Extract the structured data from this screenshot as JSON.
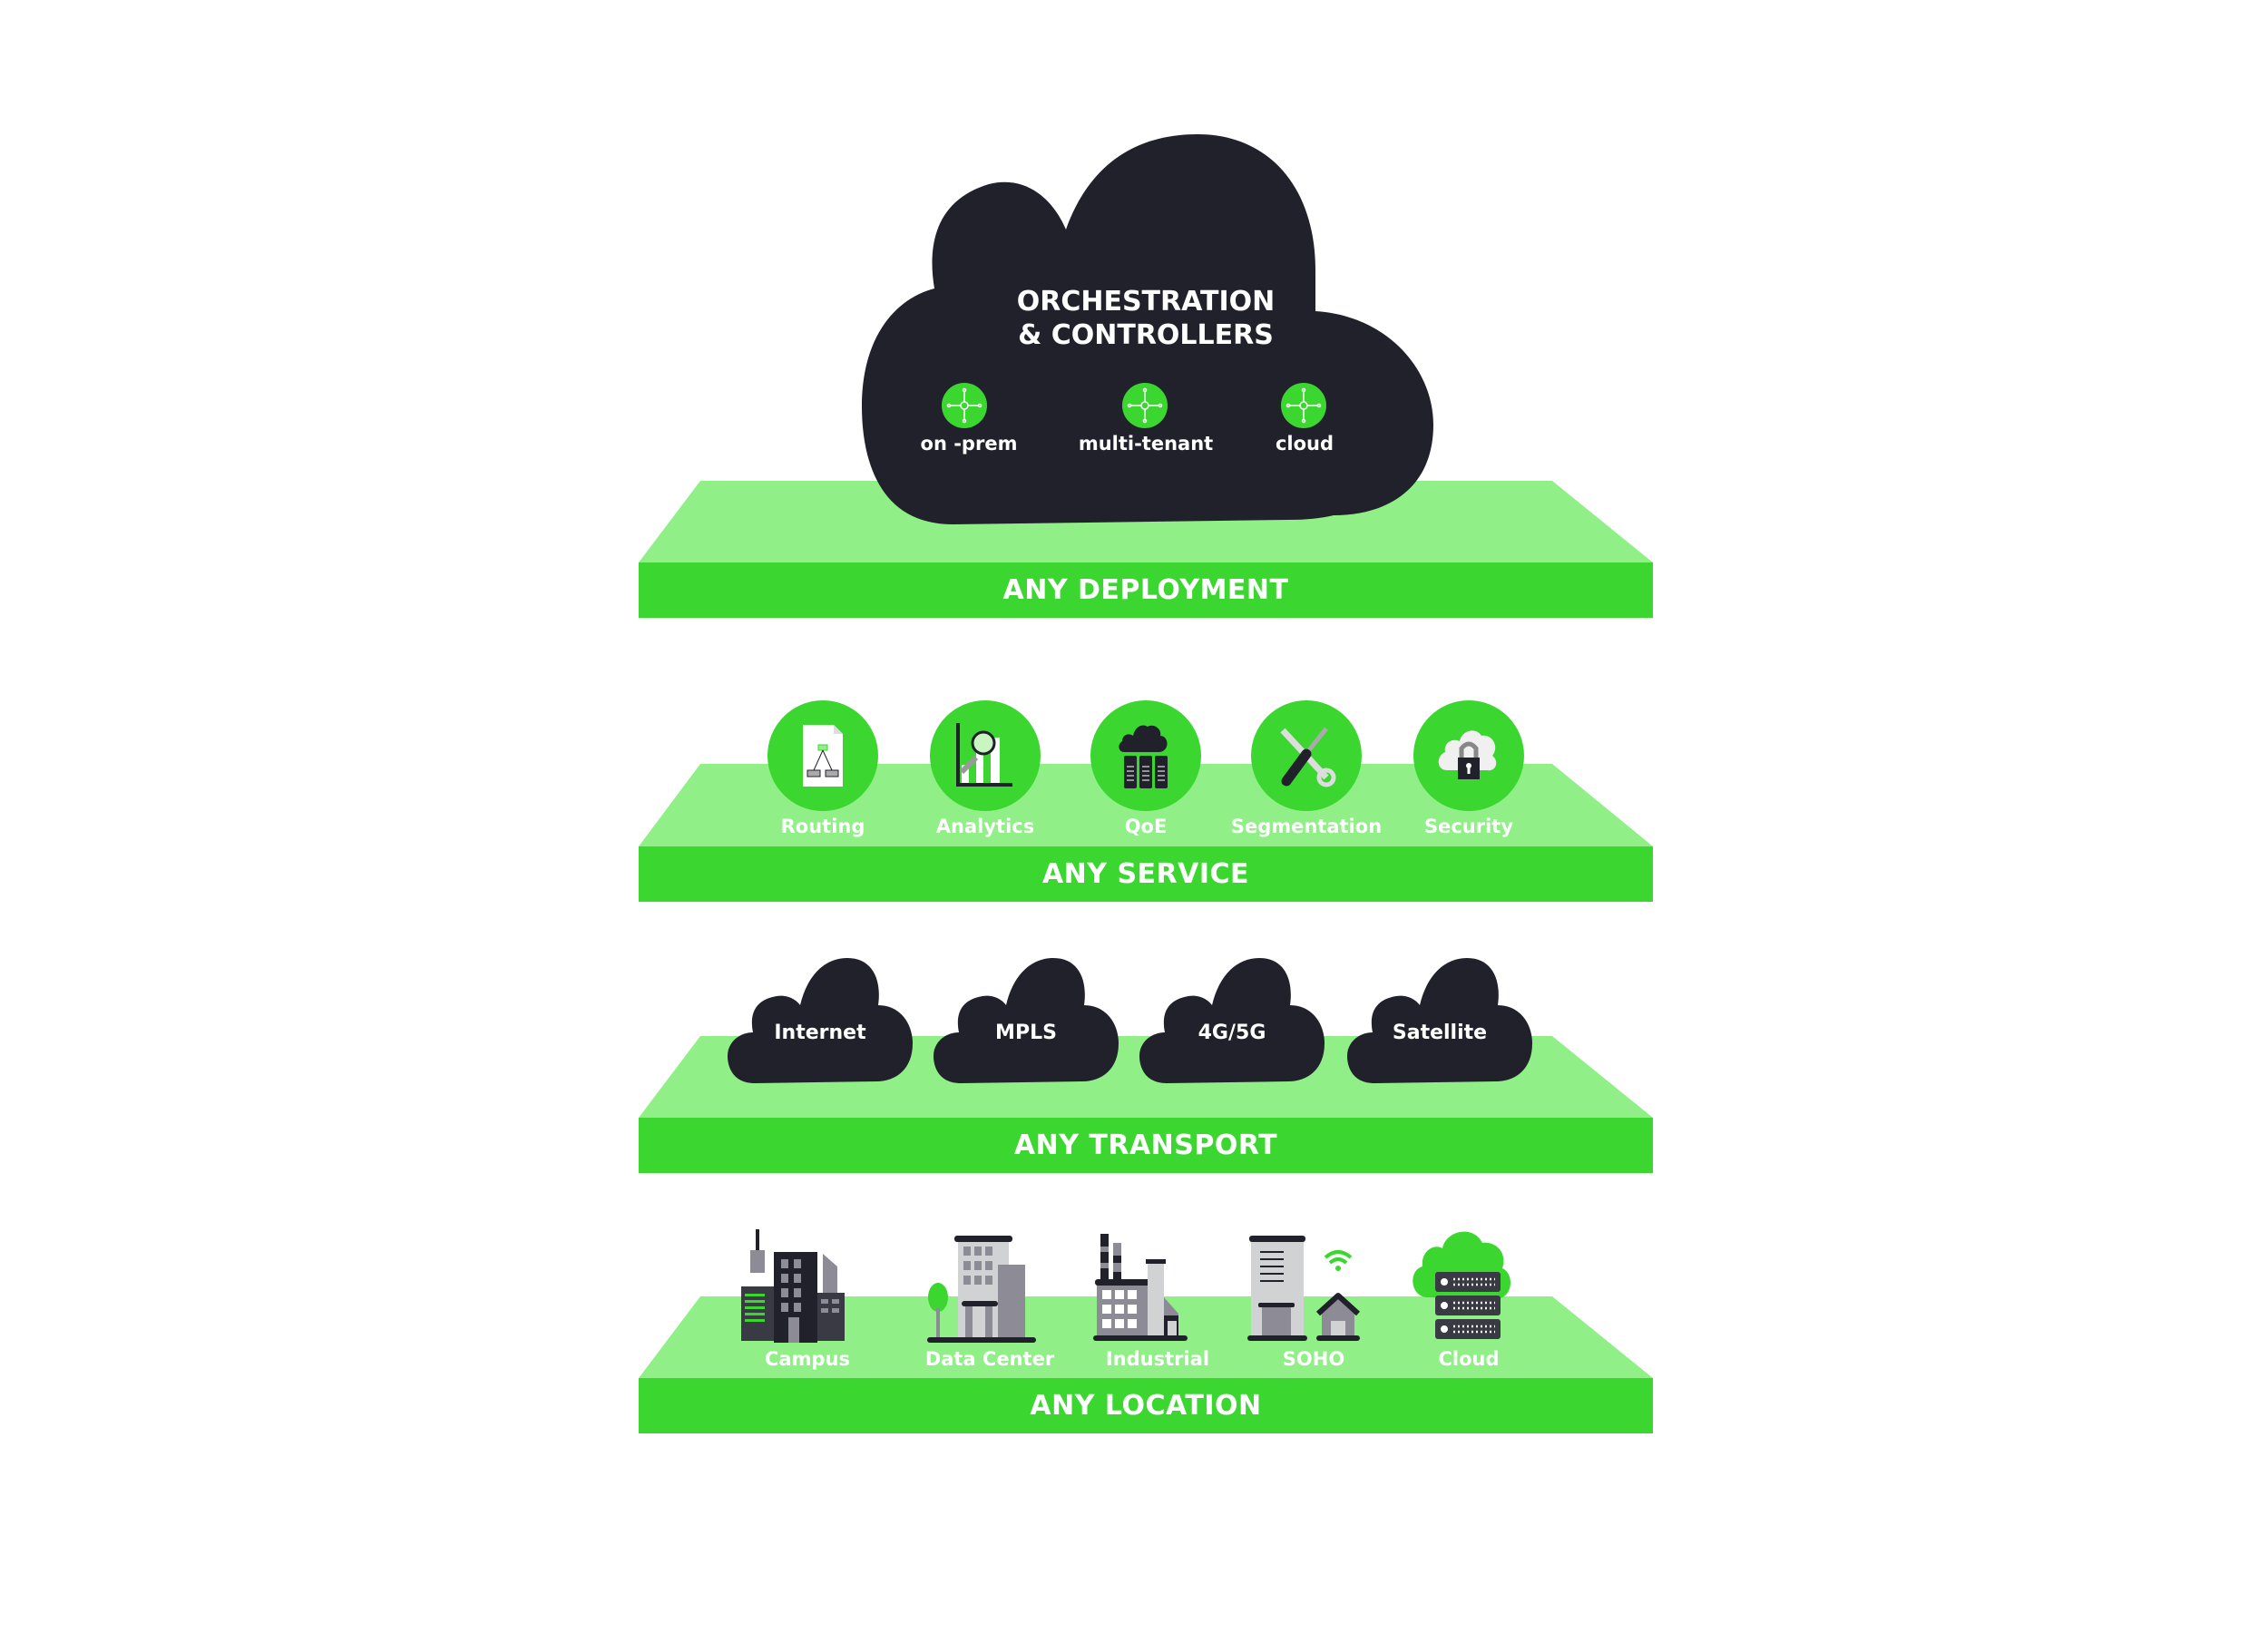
{
  "colors": {
    "bright_green": "#3cd631",
    "light_green": "#90ef87",
    "dark": "#20212b",
    "white": "#ffffff"
  },
  "deployment": {
    "title_line1": "ORCHESTRATION",
    "title_line2": "& CONTROLLERS",
    "options": [
      {
        "label": "on -prem",
        "icon": "network-hub-icon"
      },
      {
        "label": "multi-tenant",
        "icon": "network-hub-icon"
      },
      {
        "label": "cloud",
        "icon": "network-hub-icon"
      }
    ],
    "layer_label": "ANY DEPLOYMENT"
  },
  "service": {
    "items": [
      {
        "label": "Routing",
        "icon": "routing-document-icon"
      },
      {
        "label": "Analytics",
        "icon": "analytics-chart-icon"
      },
      {
        "label": "QoE",
        "icon": "cloud-servers-icon"
      },
      {
        "label": "Segmentation",
        "icon": "tools-icon"
      },
      {
        "label": "Security",
        "icon": "cloud-lock-icon"
      }
    ],
    "layer_label": "ANY SERVICE"
  },
  "transport": {
    "items": [
      {
        "label": "Internet"
      },
      {
        "label": "MPLS"
      },
      {
        "label": "4G/5G"
      },
      {
        "label": "Satellite"
      }
    ],
    "layer_label": "ANY TRANSPORT"
  },
  "location": {
    "items": [
      {
        "label": "Campus",
        "icon": "campus-buildings-icon"
      },
      {
        "label": "Data Center",
        "icon": "data-center-building-icon"
      },
      {
        "label": "Industrial",
        "icon": "factory-icon"
      },
      {
        "label": "SOHO",
        "icon": "office-home-wifi-icon"
      },
      {
        "label": "Cloud",
        "icon": "cloud-server-rack-icon"
      }
    ],
    "layer_label": "ANY LOCATION"
  }
}
